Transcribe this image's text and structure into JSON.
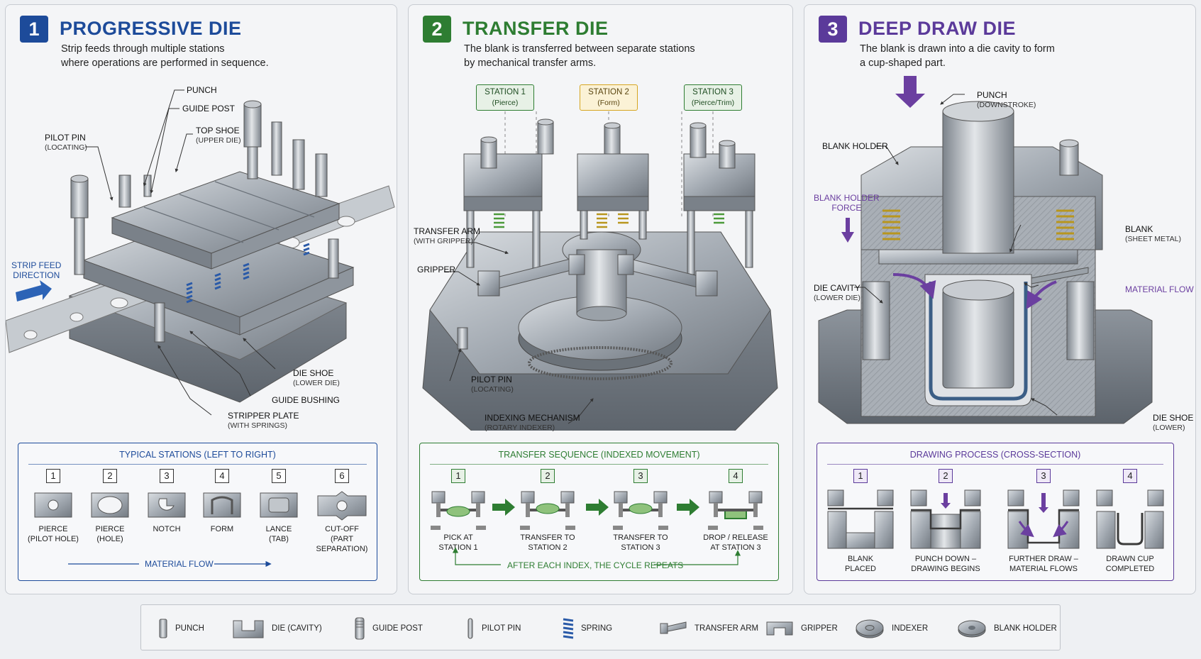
{
  "panels": {
    "progressive": {
      "number": "1",
      "title": "PROGRESSIVE DIE",
      "subtitle_lines": [
        "Strip feeds through multiple stations",
        "where operations are performed in sequence."
      ],
      "labels": {
        "punch": "PUNCH",
        "guide_post": "GUIDE POST",
        "top_shoe": "TOP SHOE",
        "top_shoe_sub": "(UPPER DIE)",
        "pilot_pin": "PILOT PIN",
        "pilot_pin_sub": "(LOCATING)",
        "strip_feed_1": "STRIP FEED",
        "strip_feed_2": "DIRECTION",
        "die_shoe": "DIE SHOE",
        "die_shoe_sub": "(LOWER DIE)",
        "guide_bushing": "GUIDE BUSHING",
        "stripper_plate": "STRIPPER PLATE",
        "stripper_plate_sub": "(WITH SPRINGS)"
      },
      "box": {
        "title": "TYPICAL STATIONS (LEFT TO RIGHT)",
        "steps": [
          {
            "n": "1",
            "line1": "PIERCE",
            "line2": "(PILOT HOLE)"
          },
          {
            "n": "2",
            "line1": "PIERCE",
            "line2": "(HOLE)"
          },
          {
            "n": "3",
            "line1": "NOTCH",
            "line2": ""
          },
          {
            "n": "4",
            "line1": "FORM",
            "line2": ""
          },
          {
            "n": "5",
            "line1": "LANCE",
            "line2": "(TAB)"
          },
          {
            "n": "6",
            "line1": "CUT-OFF",
            "line2": "(PART SEPARATION)"
          }
        ],
        "flow": "MATERIAL FLOW"
      }
    },
    "transfer": {
      "number": "2",
      "title": "TRANSFER DIE",
      "subtitle_lines": [
        "The blank is transferred between separate stations",
        "by mechanical transfer arms."
      ],
      "stations": [
        {
          "name": "STATION 1",
          "op": "(Pierce)"
        },
        {
          "name": "STATION 2",
          "op": "(Form)"
        },
        {
          "name": "STATION 3",
          "op": "(Pierce/Trim)"
        }
      ],
      "labels": {
        "transfer_arm": "TRANSFER ARM",
        "transfer_arm_sub": "(WITH GRIPPER)",
        "gripper": "GRIPPER",
        "pilot_pin": "PILOT PIN",
        "pilot_pin_sub": "(LOCATING)",
        "indexing": "INDEXING MECHANISM",
        "indexing_sub": "(ROTARY INDEXER)"
      },
      "box": {
        "title": "TRANSFER SEQUENCE (INDEXED MOVEMENT)",
        "steps": [
          {
            "n": "1",
            "line1": "PICK AT",
            "line2": "STATION 1"
          },
          {
            "n": "2",
            "line1": "TRANSFER TO",
            "line2": "STATION 2"
          },
          {
            "n": "3",
            "line1": "TRANSFER TO",
            "line2": "STATION 3"
          },
          {
            "n": "4",
            "line1": "DROP / RELEASE",
            "line2": "AT STATION 3"
          }
        ],
        "footer": "AFTER EACH INDEX, THE CYCLE REPEATS"
      }
    },
    "deepdraw": {
      "number": "3",
      "title": "DEEP DRAW DIE",
      "subtitle_lines": [
        "The blank is drawn into a die cavity to form",
        "a cup-shaped part."
      ],
      "labels": {
        "punch": "PUNCH",
        "punch_sub": "(DOWNSTROKE)",
        "blank_holder": "BLANK HOLDER",
        "bh_force_1": "BLANK HOLDER",
        "bh_force_2": "FORCE",
        "blank": "BLANK",
        "blank_sub": "(SHEET METAL)",
        "die_cavity": "DIE CAVITY",
        "die_cavity_sub": "(LOWER DIE)",
        "material_flow": "MATERIAL FLOW",
        "die_shoe": "DIE SHOE",
        "die_shoe_sub": "(LOWER)"
      },
      "box": {
        "title": "DRAWING PROCESS (CROSS-SECTION)",
        "steps": [
          {
            "n": "1",
            "line1": "BLANK",
            "line2": "PLACED"
          },
          {
            "n": "2",
            "line1": "PUNCH DOWN –",
            "line2": "DRAWING BEGINS"
          },
          {
            "n": "3",
            "line1": "FURTHER DRAW –",
            "line2": "MATERIAL FLOWS"
          },
          {
            "n": "4",
            "line1": "DRAWN CUP",
            "line2": "COMPLETED"
          }
        ]
      }
    }
  },
  "legend": [
    {
      "icon": "punch-icon",
      "label": "PUNCH"
    },
    {
      "icon": "die-cavity-icon",
      "label": "DIE (CAVITY)"
    },
    {
      "icon": "guide-post-icon",
      "label": "GUIDE POST"
    },
    {
      "icon": "pilot-pin-icon",
      "label": "PILOT PIN"
    },
    {
      "icon": "spring-icon",
      "label": "SPRING"
    },
    {
      "icon": "transfer-arm-icon",
      "label": "TRANSFER ARM"
    },
    {
      "icon": "gripper-icon",
      "label": "GRIPPER"
    },
    {
      "icon": "indexer-icon",
      "label": "INDEXER"
    },
    {
      "icon": "blank-holder-icon",
      "label": "BLANK HOLDER"
    }
  ],
  "colors": {
    "blue": "#1d4b9a",
    "green": "#2e7d32",
    "purple": "#5b3a9a",
    "steel": "#9aa1a9"
  }
}
